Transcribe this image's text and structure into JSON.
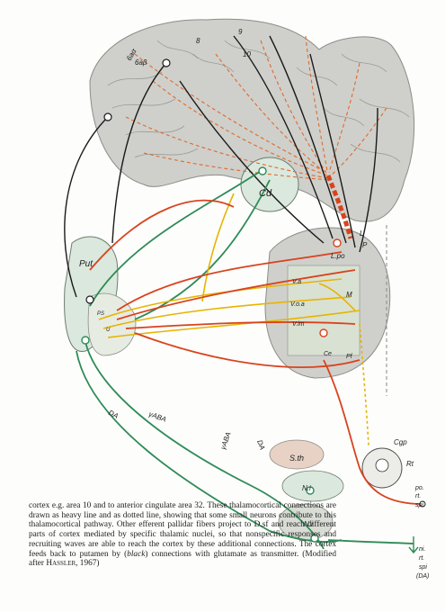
{
  "labels": {
    "cd": "Cd",
    "put": "Put",
    "lpo": "L.po",
    "l": "L",
    "p": "P",
    "m": "M",
    "va": "V.a",
    "voa": "V.o.a",
    "vim": "V.im",
    "ce": "Ce",
    "pf": "Pf",
    "area6": "6aα",
    "area8": "8",
    "area9": "9",
    "area10": "10",
    "area6b": "6aβ",
    "sth": "S.th",
    "ni": "N.i",
    "nr": "N.r",
    "cgp": "Cgp",
    "rt": "Rt",
    "da1": "DA",
    "gaba1": "γABA",
    "gaba2": "γABA",
    "da2": "DA",
    "side1": "po.",
    "side2": "rt.",
    "side3": "spi",
    "side4": "ni.",
    "side5": "rt.",
    "side6": "spi",
    "side7": "(DA)",
    "ps": "PS",
    "u": "U"
  },
  "caption": {
    "part1": "cortex e.g. area 10 and to anterior cingulate area 32. These thalamocortical connections are drawn as heavy line and as dotted line, showing that some small neurons contribute to this thalamocortical pathway. Other efferent pallidar fibers project to D.sf and reach different parts of cortex mediated by specific thalamic nuclei, so that nonspecific responses and recruiting waves are able to reach the cortex by these additional connections. The cortex feeds back to putamen by (",
    "black": "black",
    "part2": ") connections with glutamate as transmitter. (Modified after ",
    "author": "Hassler",
    "part3": ", 1967)"
  },
  "colors": {
    "brain": "#c9cbc6",
    "brainEdge": "#8b8d88",
    "green": "#2e8b57",
    "red": "#d8431e",
    "yellow": "#e7b400",
    "black": "#1a1a1a",
    "orange": "#e06a2c",
    "fill": "#dbe8dd"
  }
}
